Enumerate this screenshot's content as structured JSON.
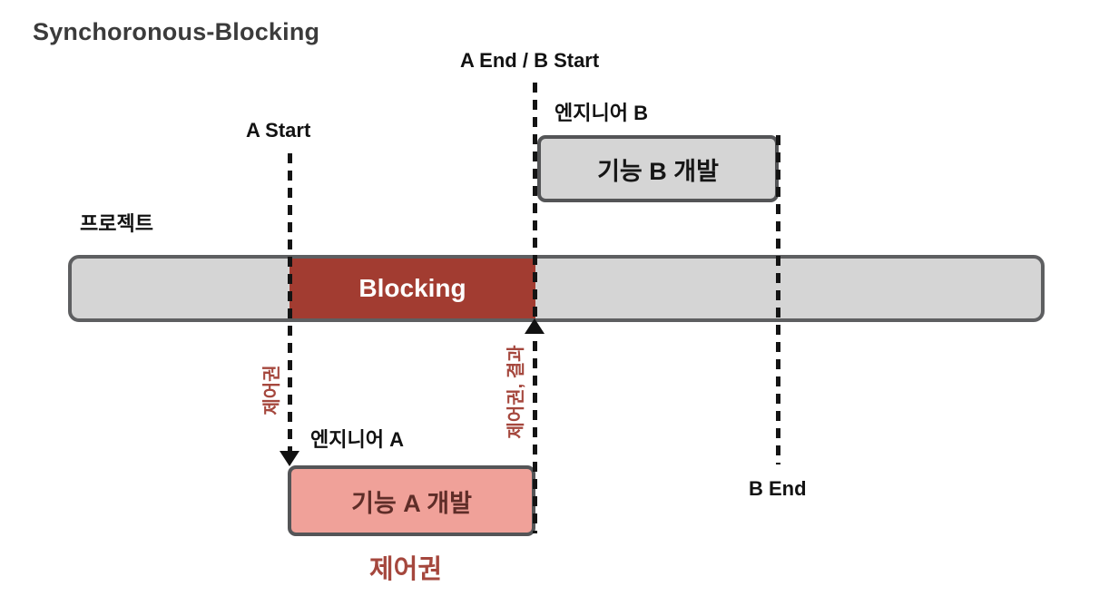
{
  "title": "Synchoronous-Blocking",
  "colors": {
    "blocking_fill": "#a23c31",
    "task_a_fill": "#f0a199",
    "task_gray_fill": "#d5d5d5",
    "control_text": "#a5473d",
    "line_color": "#141414"
  },
  "diagram": {
    "markers": {
      "a_start": "A Start",
      "a_end_b_start": "A End / B Start",
      "b_end": "B End"
    },
    "project": {
      "label": "프로젝트",
      "blocking_label": "Blocking"
    },
    "engineer_b": {
      "label": "엔지니어 B",
      "box_label": "기능 B 개발"
    },
    "engineer_a": {
      "label": "엔지니어 A",
      "box_label": "기능 A 개발"
    },
    "control": {
      "left_vertical": "제어권",
      "right_vertical": "제어권, 결과",
      "bottom": "제어권"
    }
  }
}
